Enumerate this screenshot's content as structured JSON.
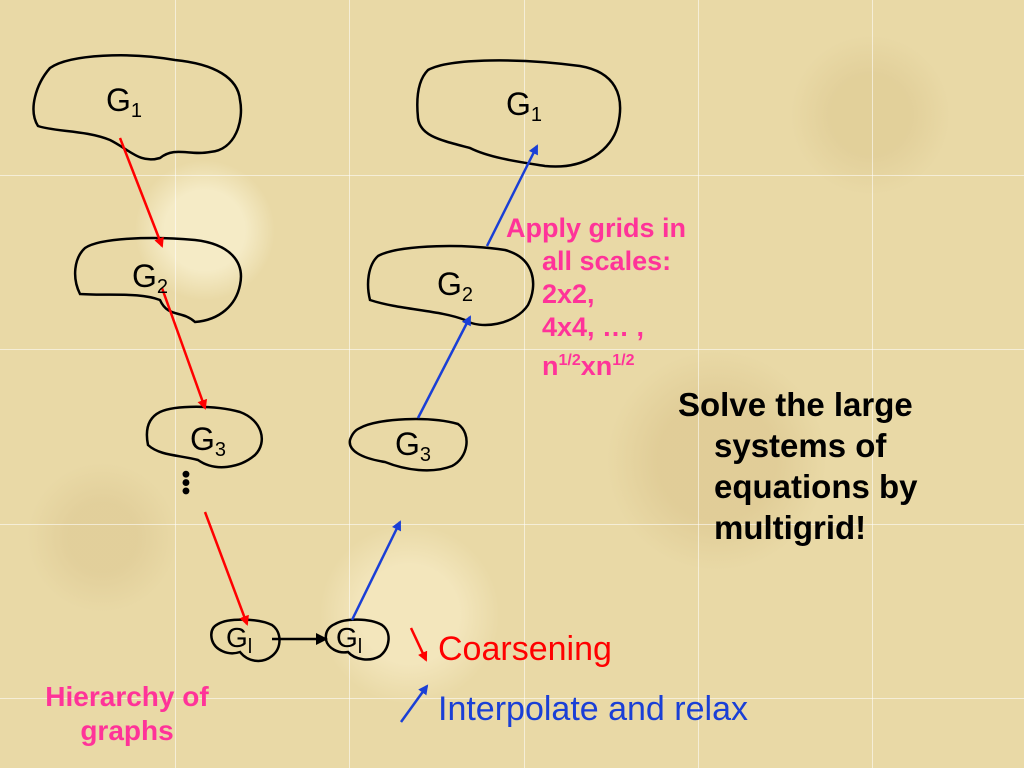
{
  "colors": {
    "coarsening_arrow": "#ff0000",
    "interpolate_arrow": "#1a3fd6",
    "highlight_text": "#ff3399",
    "background": "#e9d9a6"
  },
  "left_column": {
    "g1": {
      "letter": "G",
      "sub": "1"
    },
    "g2": {
      "letter": "G",
      "sub": "2"
    },
    "g3": {
      "letter": "G",
      "sub": "3"
    },
    "gl": {
      "letter": "G",
      "sub": "l"
    },
    "ellipsis": "•••"
  },
  "right_column": {
    "g1": {
      "letter": "G",
      "sub": "1"
    },
    "g2": {
      "letter": "G",
      "sub": "2"
    },
    "g3": {
      "letter": "G",
      "sub": "3"
    },
    "gl": {
      "letter": "G",
      "sub": "l"
    }
  },
  "apply_grids": {
    "line1": "Apply grids  in",
    "line2": "all scales:",
    "line3": "2x2,",
    "line4": "4x4, … ,",
    "line5_a": "n",
    "line5_sup1": "1/2",
    "line5_b": "xn",
    "line5_sup2": "1/2"
  },
  "solve": {
    "line1": "Solve the large",
    "line2": "systems of",
    "line3": "equations by",
    "line4": "multigrid!"
  },
  "legend": {
    "coarsening": "Coarsening",
    "interpolate": "Interpolate and relax"
  },
  "caption": {
    "line1": "Hierarchy of",
    "line2": "graphs"
  }
}
